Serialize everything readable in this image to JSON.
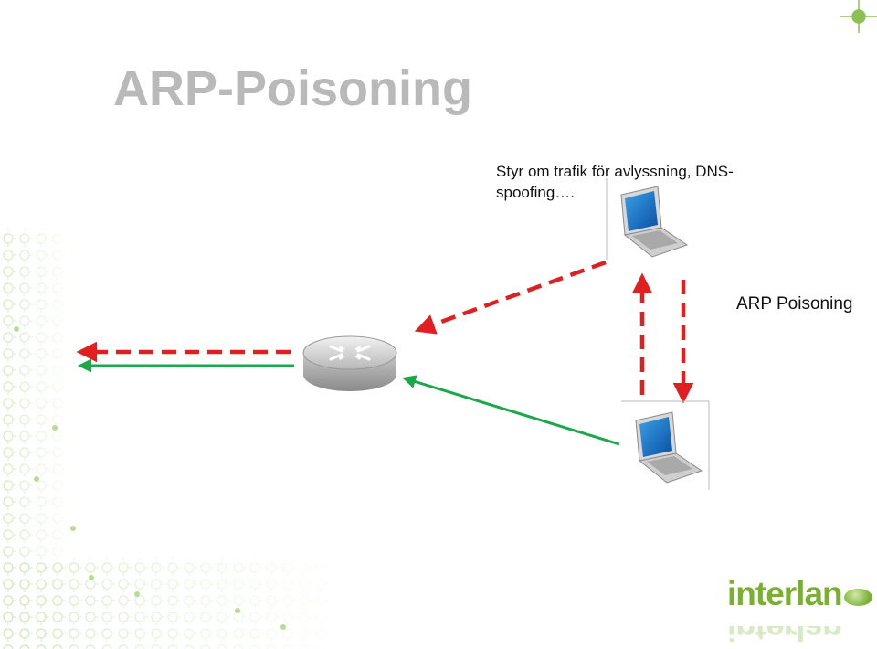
{
  "slide": {
    "title": "ARP-Poisoning",
    "subtitle": "Styr om trafik för avlyssning, DNS-spoofing….",
    "side_label": "ARP Poisoning"
  },
  "logo": {
    "text": "interlan"
  },
  "colors": {
    "title": "#b9b9b9",
    "arrow_red": "#e02020",
    "arrow_green": "#1aa84a",
    "accent_green": "#7ab030"
  },
  "icons": [
    "router-icon",
    "laptop-icon",
    "crosshair-icon"
  ]
}
